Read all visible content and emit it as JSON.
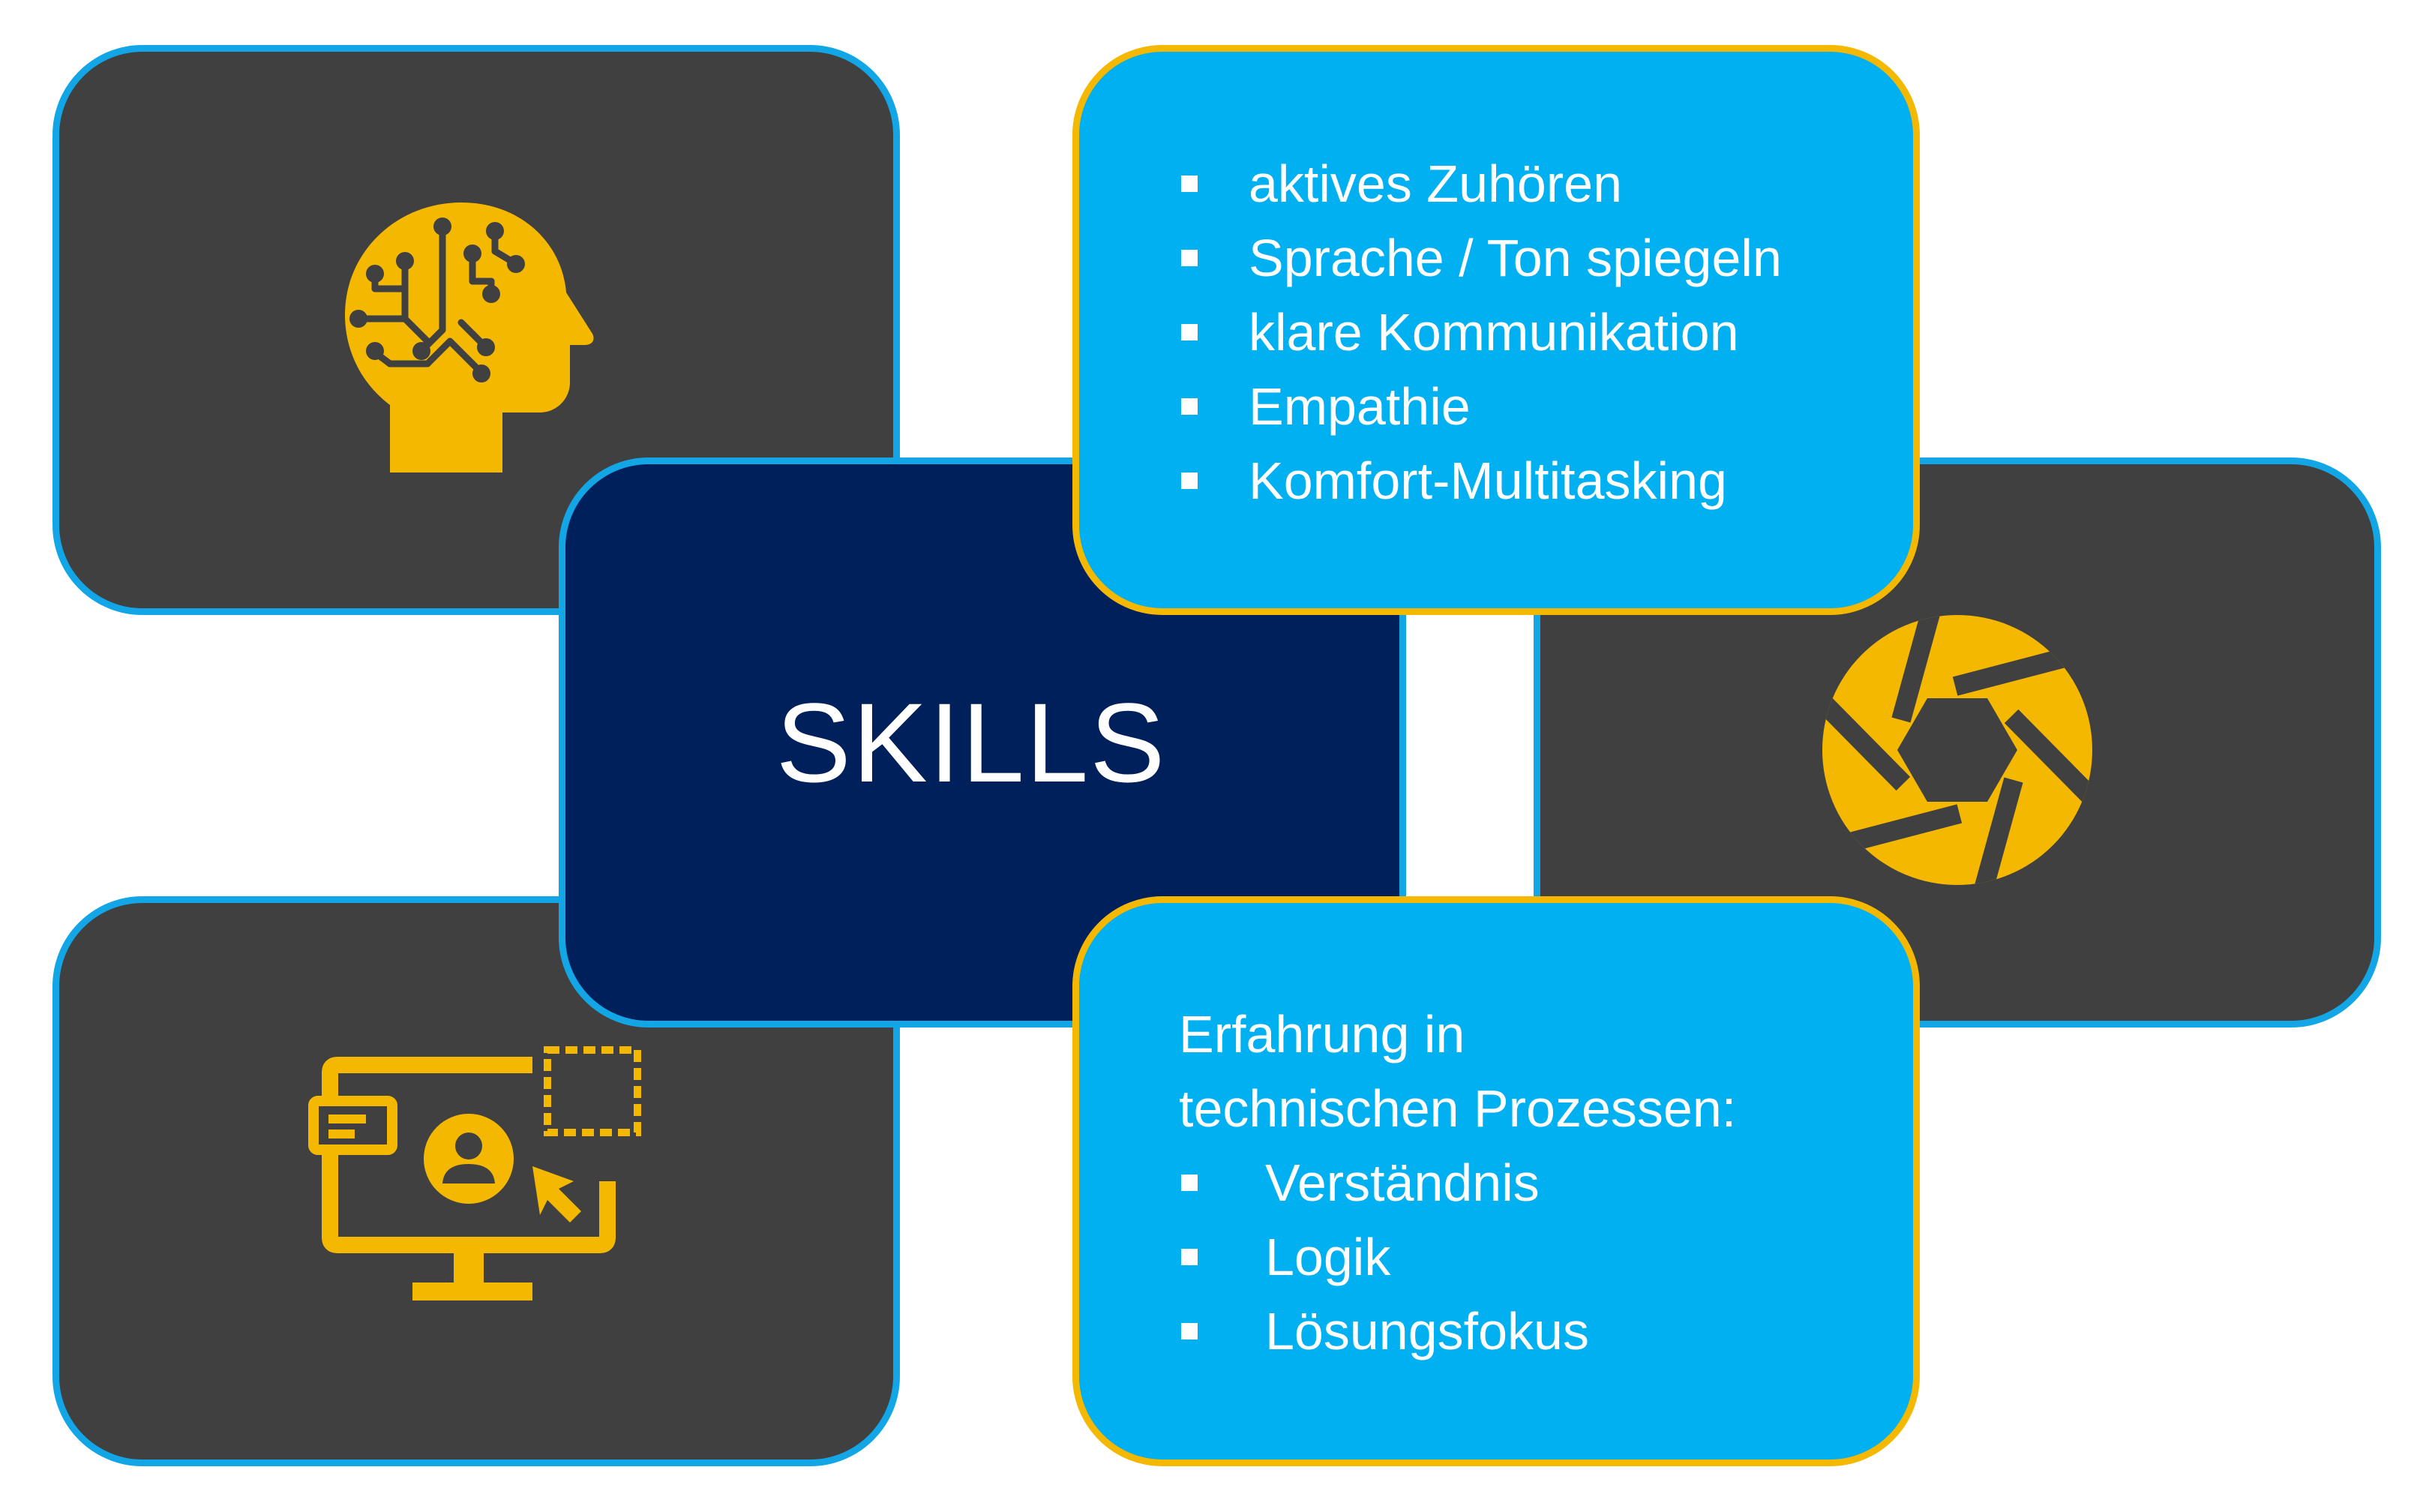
{
  "center": {
    "title": "SKILLS"
  },
  "top_list": {
    "items": [
      "aktives Zuhören",
      "Sprache / Ton spiegeln",
      "klare Kommunikation",
      "Empathie",
      "Komfort-Multitasking"
    ]
  },
  "bottom_block": {
    "intro_line1": "Erfahrung in",
    "intro_line2": "technischen Prozessen:",
    "items": [
      "Verständnis",
      "Logik",
      "Lösungsfokus"
    ]
  },
  "icons": {
    "top_left": "brain-circuit-icon",
    "right": "camera-aperture-icon",
    "bottom_left": "monitor-user-icon"
  },
  "colors": {
    "dark_tile": "#404040",
    "center_tile": "#00205b",
    "light_tile": "#00b0f0",
    "blue_border": "#13a6e6",
    "gold": "#f5b800",
    "text": "#ffffff"
  }
}
